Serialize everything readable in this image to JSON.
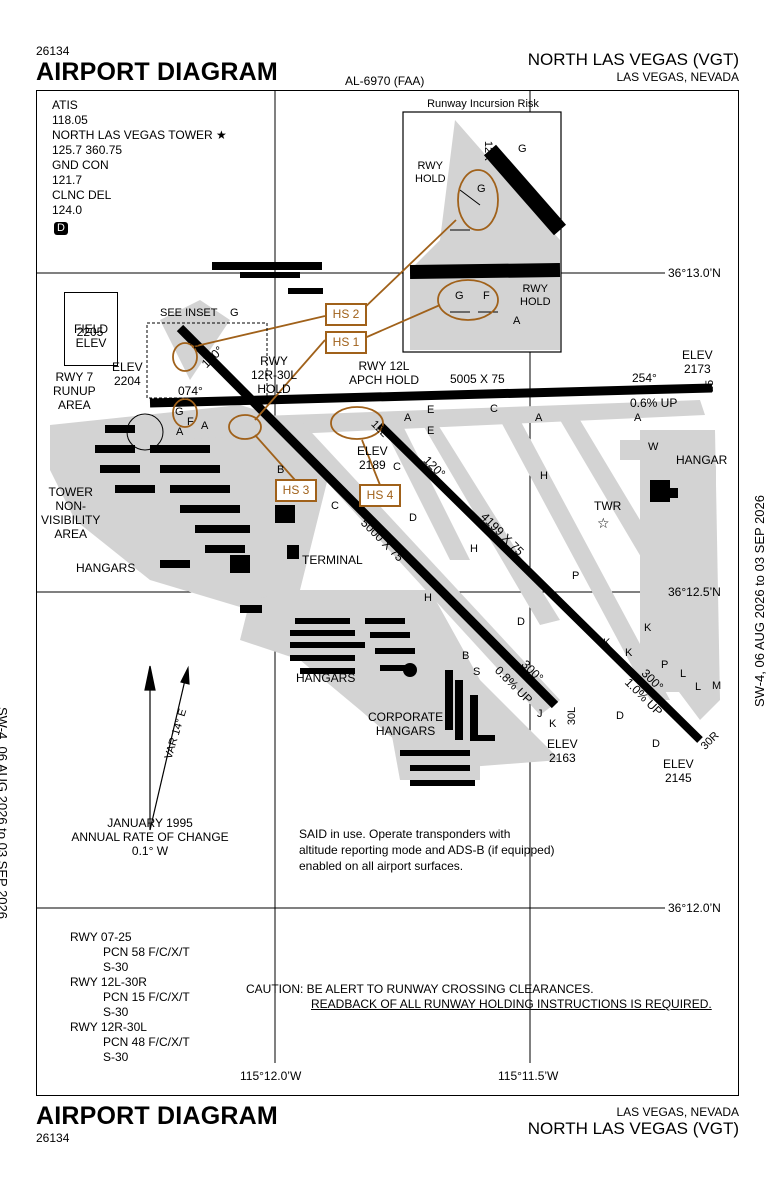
{
  "header": {
    "procedure_number_top": "26134",
    "title_top": "AIRPORT DIAGRAM",
    "airport_name_top": "NORTH LAS VEGAS (VGT)",
    "location_top": "LAS VEGAS, NEVADA",
    "al_number": "AL-6970 (FAA)"
  },
  "footer": {
    "procedure_number_bottom": "26134",
    "title_bottom": "AIRPORT DIAGRAM",
    "airport_name_bottom": "NORTH LAS VEGAS (VGT)",
    "location_bottom": "LAS VEGAS, NEVADA"
  },
  "side": {
    "cycle_left": "SW-4,  06 AUG 2026  to  03 SEP 2026",
    "cycle_right": "SW-4,  06 AUG 2026  to  03 SEP 2026"
  },
  "frequencies": [
    "ATIS",
    "118.05",
    "NORTH LAS VEGAS TOWER ★",
    "125.7  360.75",
    "GND CON",
    "121.7",
    "CLNC DEL",
    "124.0"
  ],
  "frequency_badge": "D",
  "inset": {
    "title": "Runway Incursion Risk",
    "rwy_hold_1": "RWY\nHOLD",
    "rwy_hold_2": "RWY\nHOLD",
    "labels": [
      "12R",
      "G",
      "G",
      "L",
      "G",
      "F",
      "A"
    ]
  },
  "see_inset": "SEE INSET",
  "field_elev": {
    "label": "FIELD\nELEV",
    "value": "2205"
  },
  "hot_spots": [
    "HS 1",
    "HS 2",
    "HS 3",
    "HS 4"
  ],
  "coordinates": {
    "lat_1": "36°13.0’N",
    "lat_2": "36°12.5’N",
    "lat_3": "36°12.0’N",
    "lon_1": "115°12.0’W",
    "lon_2": "115°11.5’W"
  },
  "runways": {
    "rwy_07_25": {
      "dims": "5005 X 75",
      "hdg_07": "074°",
      "hdg_25": "254°",
      "slope": "0.6% UP",
      "end_07": "7",
      "end_25": "25"
    },
    "rwy_12r_30l": {
      "dims": "5000 X 75",
      "hdg_12r": "120°",
      "hdg_30l": "300°",
      "slope": "0.8% UP",
      "end_12r": "12R",
      "end_30l": "30L"
    },
    "rwy_12l_30r": {
      "dims": "4199 X 75",
      "hdg_12l": "120°",
      "hdg_30r": "300°",
      "slope": "1.0% UP",
      "end_12l": "12L",
      "end_30r": "30R"
    }
  },
  "elevations": {
    "elev_2204": "ELEV\n2204",
    "elev_2173": "ELEV\n2173",
    "elev_2189": "ELEV\n2189",
    "elev_2163": "ELEV\n2163",
    "elev_2145": "ELEV\n2145"
  },
  "labels": {
    "rwy7_runup": "RWY 7\nRUNUP\nAREA",
    "tower_nonvis": "TOWER\nNON-\nVISIBILITY\nAREA",
    "hangars_1": "HANGARS",
    "hangars_2": "HANGARS",
    "hangar": "HANGAR",
    "corporate_hangars": "CORPORATE\nHANGARS",
    "terminal": "TERMINAL",
    "twr": "TWR",
    "rwy12r30l_hold": "RWY\n12R-30L\nHOLD",
    "rwy12l_apch_hold": "RWY 12L\nAPCH HOLD"
  },
  "taxiway_labels": [
    "G",
    "L",
    "A",
    "F",
    "G",
    "A",
    "B",
    "C",
    "D",
    "E",
    "E",
    "C",
    "A",
    "A",
    "A",
    "W",
    "H",
    "H",
    "H",
    "D",
    "C",
    "P",
    "K",
    "K",
    "K",
    "P",
    "L",
    "L",
    "M",
    "D",
    "D",
    "S",
    "B",
    "J",
    "K"
  ],
  "magnetic": {
    "var": "VAR 14° E",
    "date": "JANUARY 1995",
    "roc_label": "ANNUAL RATE OF CHANGE",
    "roc_value": "0.1° W"
  },
  "notes": {
    "said": "SAID in use. Operate transponders with\naltitude reporting mode and ADS-B (if equipped)\nenabled on all airport surfaces.",
    "caution_1": "CAUTION: BE ALERT TO RUNWAY CROSSING CLEARANCES.",
    "caution_2": "READBACK OF ALL RUNWAY HOLDING INSTRUCTIONS IS REQUIRED."
  },
  "pcn": [
    {
      "rwy": "RWY 07-25",
      "pcn": "PCN 58 F/C/X/T",
      "s": "S-30"
    },
    {
      "rwy": "RWY 12L-30R",
      "pcn": "PCN 15 F/C/X/T",
      "s": "S-30"
    },
    {
      "rwy": "RWY 12R-30L",
      "pcn": "PCN 48 F/C/X/T",
      "s": "S-30"
    }
  ],
  "colors": {
    "hotspot": "#a0611a",
    "pavement": "#d3d3d3",
    "runway": "#000000"
  }
}
